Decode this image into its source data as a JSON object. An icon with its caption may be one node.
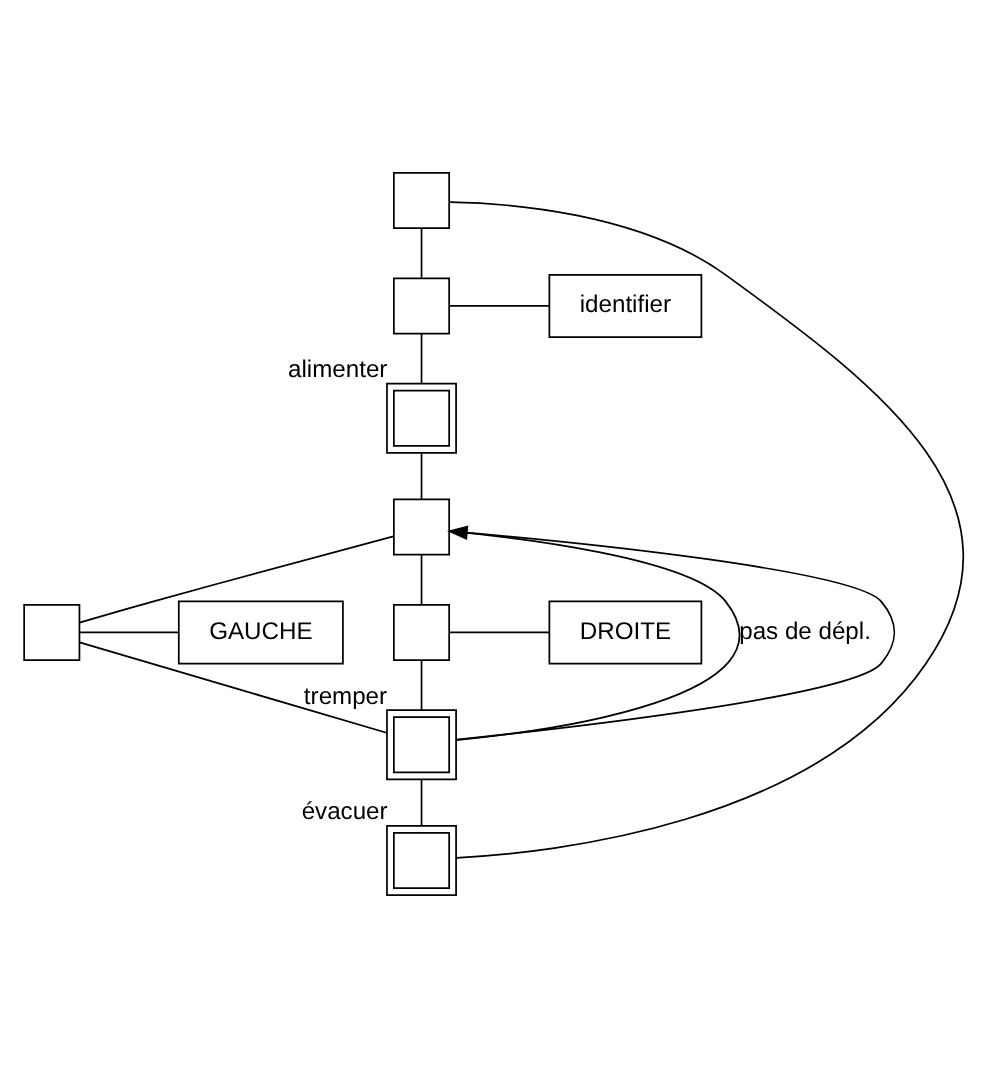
{
  "diagram": {
    "nodes": [
      {
        "text": [],
        "shape": "box"
      },
      {
        "text": [],
        "shape": "box"
      },
      {
        "text": [
          "identifier"
        ]
      },
      {
        "text": [],
        "shape": "box",
        "beside": [
          "alimenter"
        ]
      },
      {
        "text": [],
        "shape": "box"
      },
      {
        "text": [],
        "shape": "box"
      },
      {
        "text": [
          "GAUCHE"
        ]
      },
      {
        "text": [],
        "shape": "box"
      },
      {
        "text": [
          "DROITE"
        ]
      },
      {
        "text": [],
        "shape": "box",
        "beside": [
          "tremper"
        ]
      },
      {
        "text": [],
        "shape": "box",
        "beside": [
          "évacuer"
        ]
      }
    ],
    "edges": [
      {
        "from": 0,
        "to": 1,
        "arrow": "none"
      },
      {
        "from": 1,
        "to": 2,
        "arrow": "none"
      },
      {
        "from": 1,
        "to": 3,
        "arrow": "none"
      },
      {
        "from": 3,
        "to": 4,
        "arrow": "none"
      },
      {
        "from": 4,
        "to": 5,
        "arrow": "none"
      },
      {
        "from": 4,
        "to": 7,
        "arrow": "none"
      },
      {
        "from": 4,
        "to": 9,
        "arrow": "none",
        "label": "pas de dépl."
      },
      {
        "from": 5,
        "to": 6,
        "arrow": "none"
      },
      {
        "from": 7,
        "to": 8,
        "arrow": "none"
      },
      {
        "from": 5,
        "to": 9,
        "arrow": "none"
      },
      {
        "from": 7,
        "to": 9,
        "arrow": "none"
      },
      {
        "from": 9,
        "to": 4,
        "arrow": "to"
      },
      {
        "from": 9,
        "to": 10,
        "arrow": "none"
      },
      {
        "from": 10,
        "to": 0,
        "arrow": "none"
      }
    ]
  }
}
